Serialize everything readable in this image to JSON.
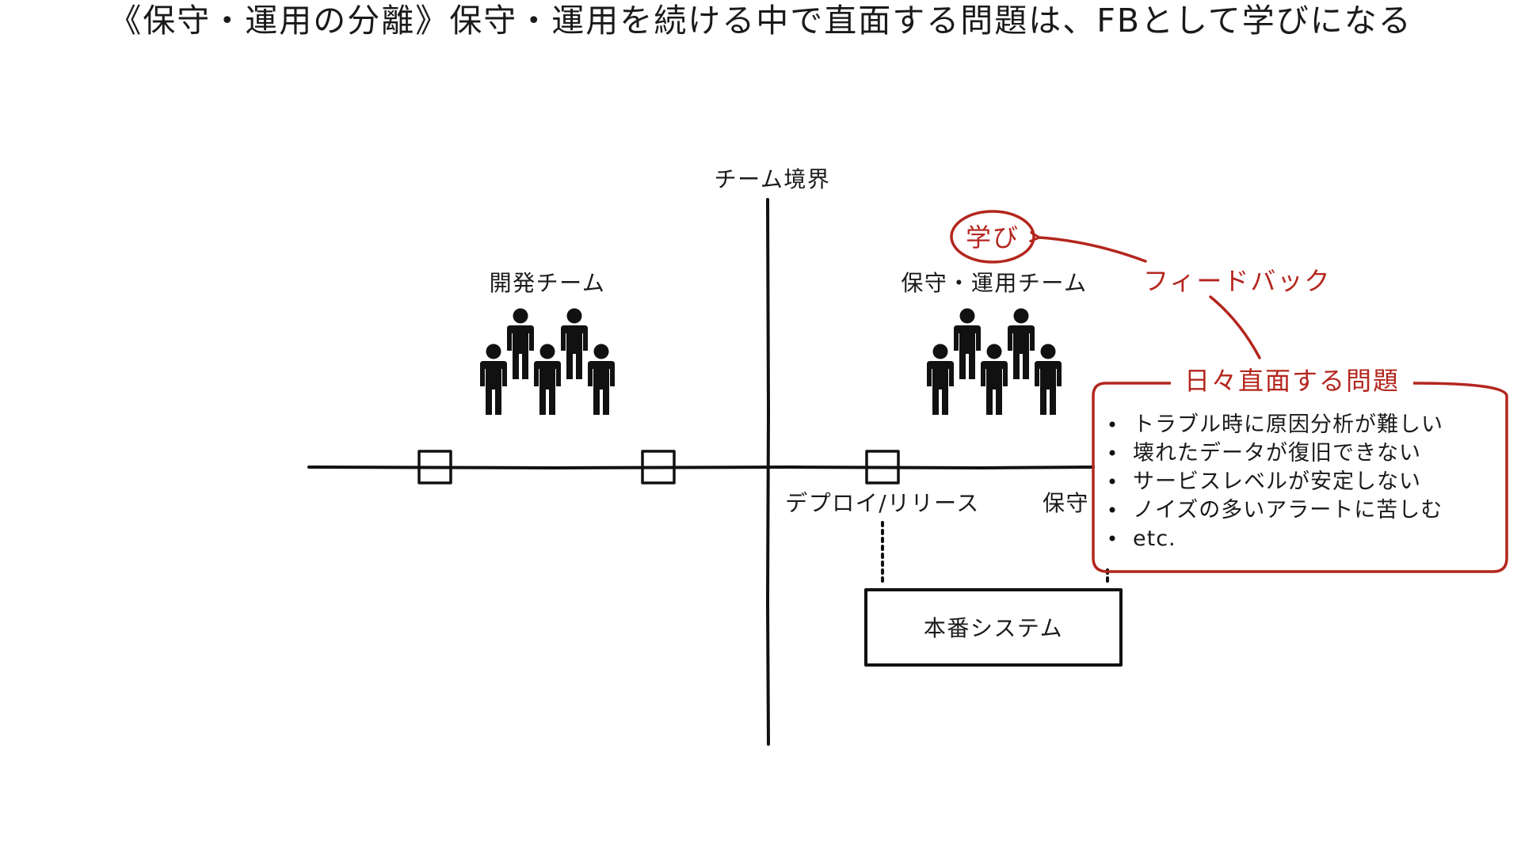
{
  "title": "《保守・運用の分離》保守・運用を続ける中で直面する問題は、FBとして学びになる",
  "boundary_label": "チーム境界",
  "dev_team_label": "開発チーム",
  "ops_team_label": "保守・運用チーム",
  "deploy_label": "デプロイ/リリース",
  "ops_milestone_label": "保守",
  "production_label": "本番システム",
  "learning_label": "学び",
  "feedback_label": "フィードバック",
  "problems": {
    "heading": "日々直面する問題",
    "items": [
      "トラブル時に原因分析が難しい",
      "壊れたデータが復旧できない",
      "サービスレベルが安定しない",
      "ノイズの多いアラートに苦しむ",
      "etc."
    ]
  },
  "colors": {
    "accent_red": "#b3261e",
    "ink": "#111111"
  },
  "icons": [
    "people-group-icon"
  ]
}
